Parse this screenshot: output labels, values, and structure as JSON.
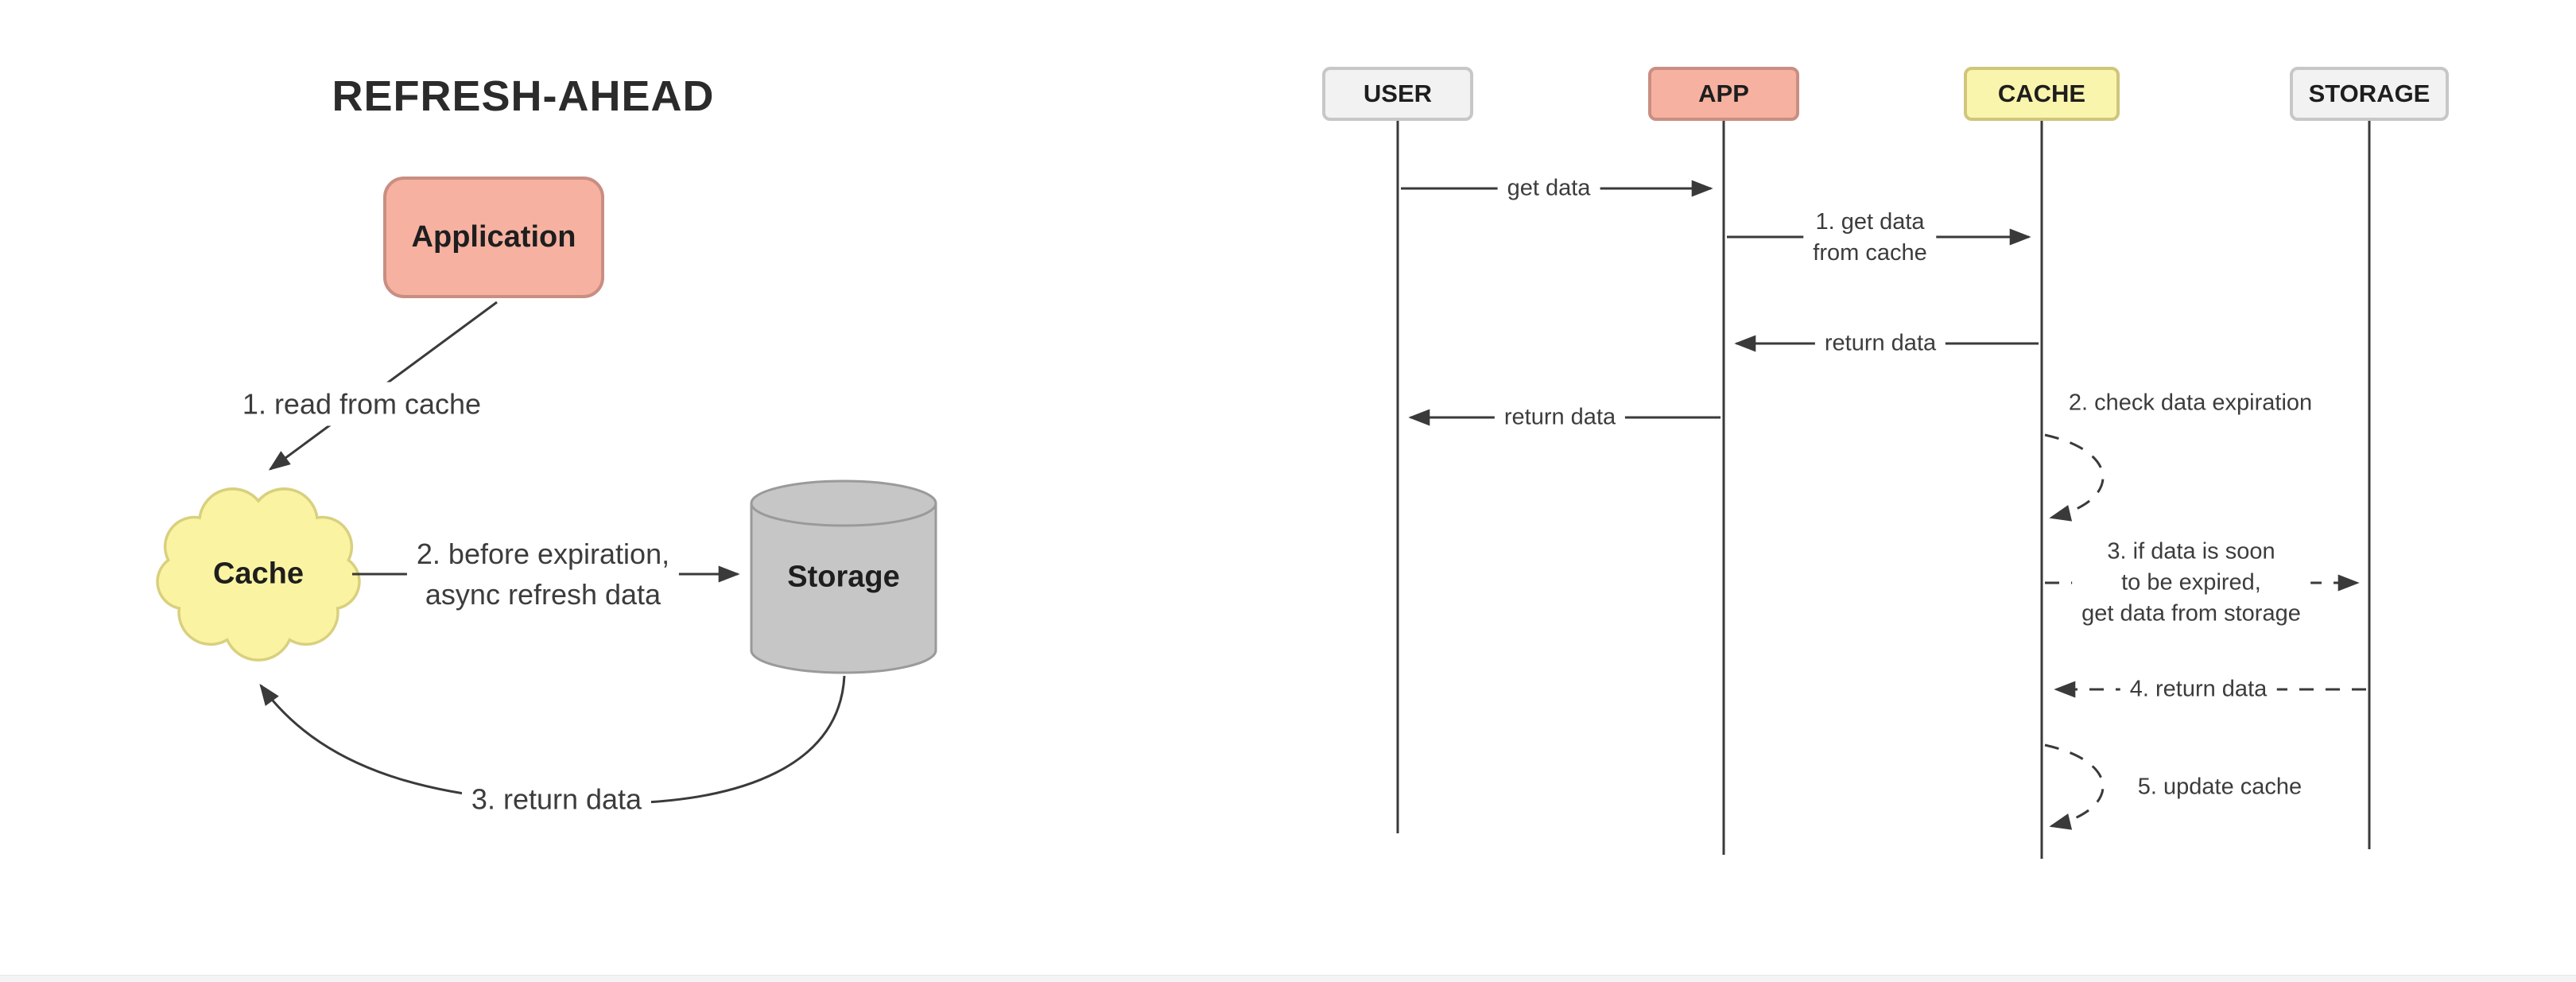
{
  "title": "REFRESH-AHEAD",
  "colors": {
    "salmon_fill": "#f6b1a1",
    "salmon_border": "#c98e82",
    "yellow_cloud_fill": "#faf4a2",
    "yellow_cloud_border": "#d9d07f",
    "yellow_box_fill": "#faf5ac",
    "yellow_box_border": "#cfc67c",
    "gray_fill": "#c6c6c6",
    "gray_border": "#9a9a9a",
    "light_fill": "#f2f2f2",
    "light_border": "#c7c7c7",
    "line": "#3a3a3a"
  },
  "flow_diagram": {
    "nodes": [
      {
        "id": "application",
        "label": "Application",
        "shape": "rounded-rect",
        "fill": "salmon"
      },
      {
        "id": "cache",
        "label": "Cache",
        "shape": "cloud",
        "fill": "yellow"
      },
      {
        "id": "storage",
        "label": "Storage",
        "shape": "cylinder",
        "fill": "gray"
      }
    ],
    "edges": [
      {
        "from": "application",
        "to": "cache",
        "style": "solid",
        "lines": [
          "1. read from cache"
        ]
      },
      {
        "from": "cache",
        "to": "storage",
        "style": "solid",
        "lines": [
          "2. before expiration,",
          "async refresh data"
        ]
      },
      {
        "from": "storage",
        "to": "cache",
        "style": "solid",
        "lines": [
          "3. return data"
        ]
      }
    ]
  },
  "sequence_diagram": {
    "actors": [
      {
        "id": "user",
        "label": "USER",
        "fill": "light"
      },
      {
        "id": "app",
        "label": "APP",
        "fill": "salmon"
      },
      {
        "id": "cache",
        "label": "CACHE",
        "fill": "yellow"
      },
      {
        "id": "storage",
        "label": "STORAGE",
        "fill": "light"
      }
    ],
    "messages": [
      {
        "from": "user",
        "to": "app",
        "style": "solid",
        "lines": [
          "get data"
        ]
      },
      {
        "from": "app",
        "to": "cache",
        "style": "solid",
        "lines": [
          "1. get data",
          "from cache"
        ]
      },
      {
        "from": "cache",
        "to": "app",
        "style": "solid",
        "lines": [
          "return data"
        ]
      },
      {
        "from": "app",
        "to": "user",
        "style": "solid",
        "lines": [
          "return data"
        ]
      },
      {
        "from": "cache",
        "to": "cache",
        "style": "dashed-self-loop",
        "lines": [
          "2. check data expiration"
        ]
      },
      {
        "from": "cache",
        "to": "storage",
        "style": "dashed",
        "lines": [
          "3.  if data is soon",
          "to be expired,",
          "get data from storage"
        ]
      },
      {
        "from": "storage",
        "to": "cache",
        "style": "dashed",
        "lines": [
          "4. return data"
        ]
      },
      {
        "from": "cache",
        "to": "cache",
        "style": "dashed-self-loop",
        "lines": [
          "5. update cache"
        ]
      }
    ]
  }
}
